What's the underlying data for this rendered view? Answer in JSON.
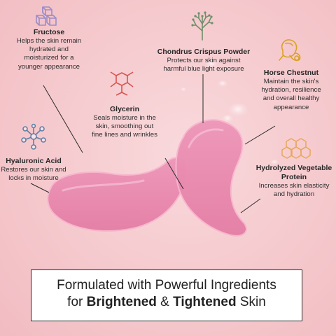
{
  "ingredients": {
    "fructose": {
      "name": "Fructose",
      "desc": [
        "Helps the skin remain",
        "hydrated and",
        "moisturized for a",
        "younger appearance"
      ],
      "icon": "sugar-cubes-icon"
    },
    "chondrus": {
      "name": "Chondrus Crispus Powder",
      "desc": [
        "Protects our skin against",
        "harmful blue light exposure"
      ],
      "icon": "seaweed-icon"
    },
    "glycerin": {
      "name": "Glycerin",
      "desc": [
        "Seals moisture in the",
        "skin, smoothing out",
        "fine lines and wrinkles"
      ],
      "icon": "molecule-icon"
    },
    "horse_chestnut": {
      "name": "Horse Chestnut",
      "desc": [
        "Maintain the skin's",
        "hydration, resilience",
        "and overall healthy",
        "appearance"
      ],
      "icon": "chestnut-icon"
    },
    "hyaluronic": {
      "name": "Hyaluronic Acid",
      "desc": [
        "Restores our skin and",
        "locks in moisture"
      ],
      "icon": "network-molecule-icon"
    },
    "vegetable_protein": {
      "name": [
        "Hydrolyzed Vegetable",
        "Protein"
      ],
      "desc": [
        "Increases skin elasticity",
        "and hydration"
      ],
      "icon": "honeycomb-icon"
    }
  },
  "banner": {
    "line1": "Formulated with Powerful Ingredients",
    "line2_pre": "for ",
    "line2_b1": "Brightened",
    "line2_mid": " & ",
    "line2_b2": "Tightened",
    "line2_post": " Skin"
  },
  "colors": {
    "background": "#f5c9cd",
    "patch": "#e985ac",
    "fructose_icon": "#9c8cc7",
    "chondrus_icon": "#6e8f6a",
    "glycerin_icon": "#d9534f",
    "chestnut_icon": "#d9a227",
    "hyaluronic_icon": "#5f7fa8",
    "honeycomb_icon": "#e8a75c"
  }
}
